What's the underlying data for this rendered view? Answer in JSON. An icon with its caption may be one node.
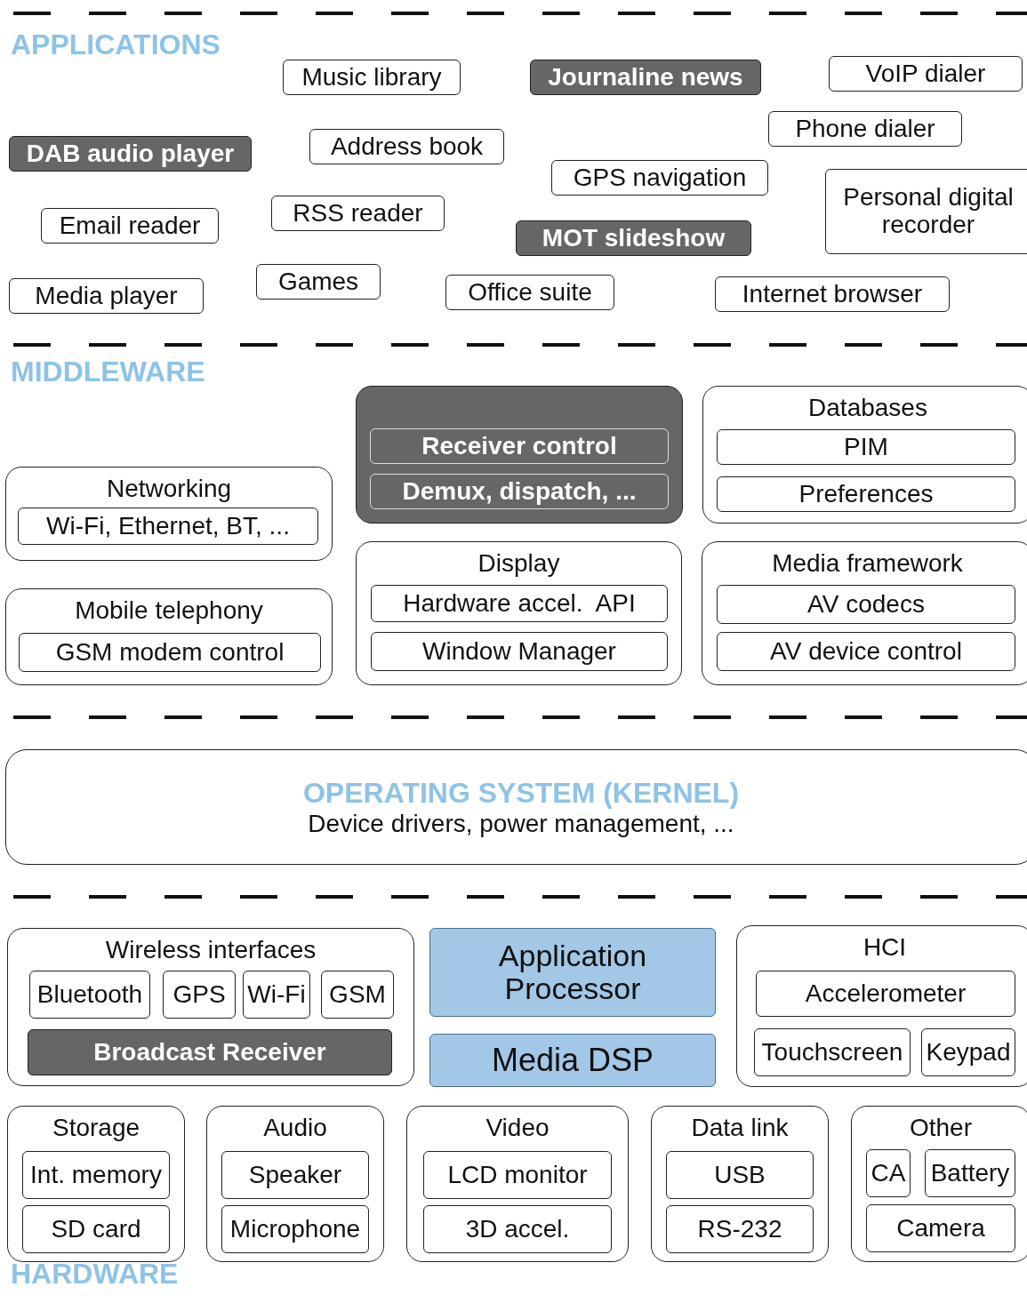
{
  "diagram": {
    "nodes": [
      {
        "text": [
          "Music library"
        ]
      },
      {
        "text": [
          "Journaline news"
        ]
      },
      {
        "text": [
          "VoIP dialer"
        ]
      },
      {
        "text": [
          "DAB audio player"
        ]
      },
      {
        "text": [
          "Address book"
        ]
      },
      {
        "text": [
          "Phone dialer"
        ]
      },
      {
        "text": [
          "GPS navigation"
        ]
      },
      {
        "text": [
          "Personal digital recorder"
        ]
      },
      {
        "text": [
          "Email reader"
        ]
      },
      {
        "text": [
          "RSS reader"
        ]
      },
      {
        "text": [
          "MOT slideshow"
        ]
      },
      {
        "text": [
          "Media player"
        ]
      },
      {
        "text": [
          "Games"
        ]
      },
      {
        "text": [
          "Office suite"
        ]
      },
      {
        "text": [
          "Internet browser"
        ]
      },
      {
        "text": [],
        "shape": "box"
      },
      {
        "text": [
          "Receiver control"
        ],
        "in": 15
      },
      {
        "text": [
          "Demux, dispatch, ..."
        ],
        "in": 15
      },
      {
        "text": [
          "Databases"
        ]
      },
      {
        "text": [
          "PIM"
        ],
        "in": 18
      },
      {
        "text": [
          "Preferences"
        ],
        "in": 18
      },
      {
        "text": [
          "Networking"
        ]
      },
      {
        "text": [
          "Wi-Fi, Ethernet, BT, ..."
        ],
        "in": 21
      },
      {
        "text": [
          "Display"
        ]
      },
      {
        "text": [
          "Hardware accel.  API"
        ],
        "in": 23
      },
      {
        "text": [
          "Window Manager"
        ],
        "in": 23
      },
      {
        "text": [
          "Media framework"
        ]
      },
      {
        "text": [
          "AV codecs"
        ],
        "in": 26
      },
      {
        "text": [
          "AV device control"
        ],
        "in": 26
      },
      {
        "text": [
          "Mobile telephony"
        ]
      },
      {
        "text": [
          "GSM modem control"
        ],
        "in": 29
      },
      {
        "text": [
          "OPERATING SYSTEM (KERNEL)",
          "Device drivers, power management, ..."
        ]
      },
      {
        "text": [
          "Wireless interfaces"
        ]
      },
      {
        "text": [
          "Bluetooth"
        ],
        "in": 32
      },
      {
        "text": [
          "GPS"
        ],
        "in": 32
      },
      {
        "text": [
          "Wi-Fi"
        ],
        "in": 32
      },
      {
        "text": [
          "GSM"
        ],
        "in": 32
      },
      {
        "text": [
          "Broadcast Receiver"
        ],
        "in": 32
      },
      {
        "text": [
          "Application Processor"
        ]
      },
      {
        "text": [
          "Media DSP"
        ]
      },
      {
        "text": [
          "HCI"
        ]
      },
      {
        "text": [
          "Accelerometer"
        ],
        "in": 40
      },
      {
        "text": [
          "Touchscreen"
        ],
        "in": 40
      },
      {
        "text": [
          "Keypad"
        ],
        "in": 40
      },
      {
        "text": [
          "Storage"
        ]
      },
      {
        "text": [
          "Int. memory"
        ],
        "in": 44
      },
      {
        "text": [
          "SD card"
        ],
        "in": 44
      },
      {
        "text": [
          "Audio"
        ]
      },
      {
        "text": [
          "Speaker"
        ],
        "in": 47
      },
      {
        "text": [
          "Microphone"
        ],
        "in": 47
      },
      {
        "text": [
          "Video"
        ]
      },
      {
        "text": [
          "LCD monitor"
        ],
        "in": 50
      },
      {
        "text": [
          "3D accel."
        ],
        "in": 50
      },
      {
        "text": [
          "Data link"
        ]
      },
      {
        "text": [
          "USB"
        ],
        "in": 53
      },
      {
        "text": [
          "RS-232"
        ],
        "in": 53
      },
      {
        "text": [
          "Other"
        ]
      },
      {
        "text": [
          "CA"
        ],
        "in": 56
      },
      {
        "text": [
          "Battery"
        ],
        "in": 56
      },
      {
        "text": [
          "Camera"
        ],
        "in": 56
      }
    ],
    "labels": [
      "APPLICATIONS",
      "MIDDLEWARE",
      "HARDWARE"
    ]
  }
}
